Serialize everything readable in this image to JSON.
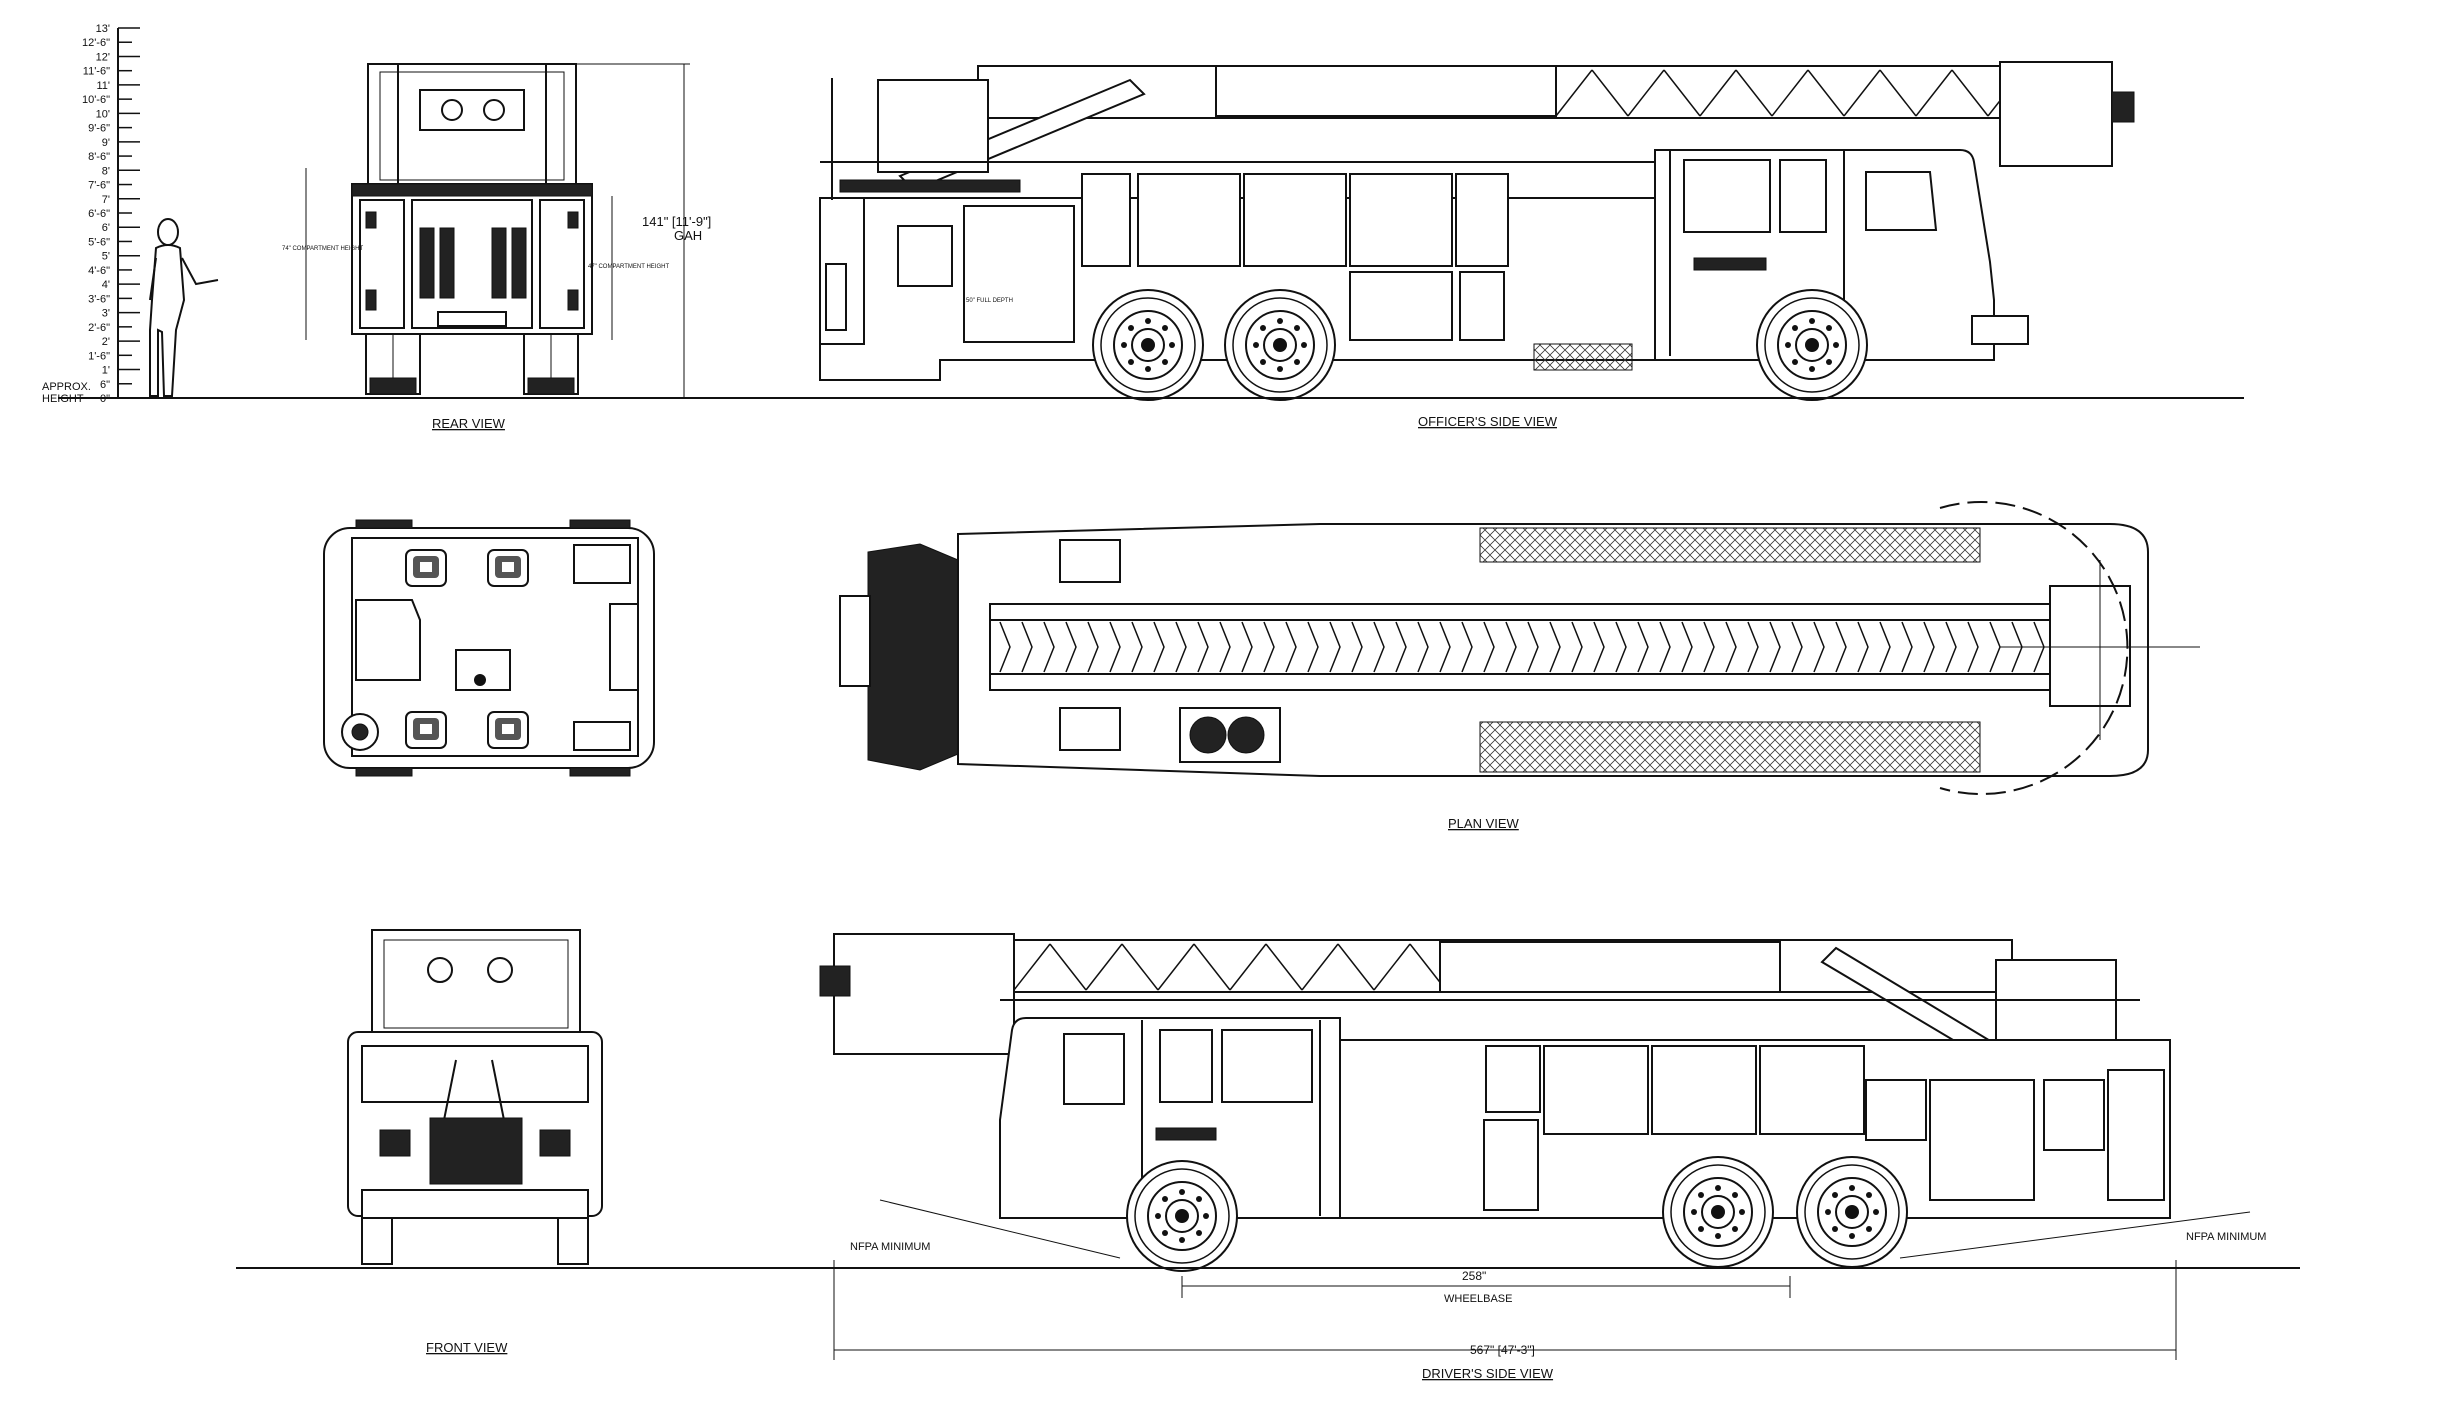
{
  "views": {
    "rear": "REAR VIEW",
    "officer": "OFFICER'S SIDE VIEW",
    "plan": "PLAN VIEW",
    "front": "FRONT VIEW",
    "driver": "DRIVER'S SIDE VIEW"
  },
  "height_scale": {
    "ticks": [
      "13'",
      "12'-6\"",
      "12'",
      "11'-6\"",
      "11'",
      "10'-6\"",
      "10'",
      "9'-6\"",
      "9'",
      "8'-6\"",
      "8'",
      "7'-6\"",
      "7'",
      "6'-6\"",
      "6'",
      "5'-6\"",
      "5'",
      "4'-6\"",
      "4'",
      "3'-6\"",
      "3'",
      "2'-6\"",
      "2'",
      "1'-6\"",
      "1'",
      "6\"",
      "0\""
    ],
    "approx_label_1": "APPROX.",
    "approx_label_2": "HEIGHT"
  },
  "dimensions": {
    "gah_value": "141\" [11'-9\"]",
    "gah_label": "GAH",
    "compartment_left": "74\" COMPARTMENT HEIGHT",
    "compartment_right": "47\" COMPARTMENT HEIGHT",
    "full_depth": "50\" FULL DEPTH",
    "wheelbase_value": "258\"",
    "wheelbase_label": "WHEELBASE",
    "overall_length": "567\" [47'-3\"]",
    "nfpa_left": "NFPA MINIMUM",
    "nfpa_right": "NFPA MINIMUM"
  }
}
